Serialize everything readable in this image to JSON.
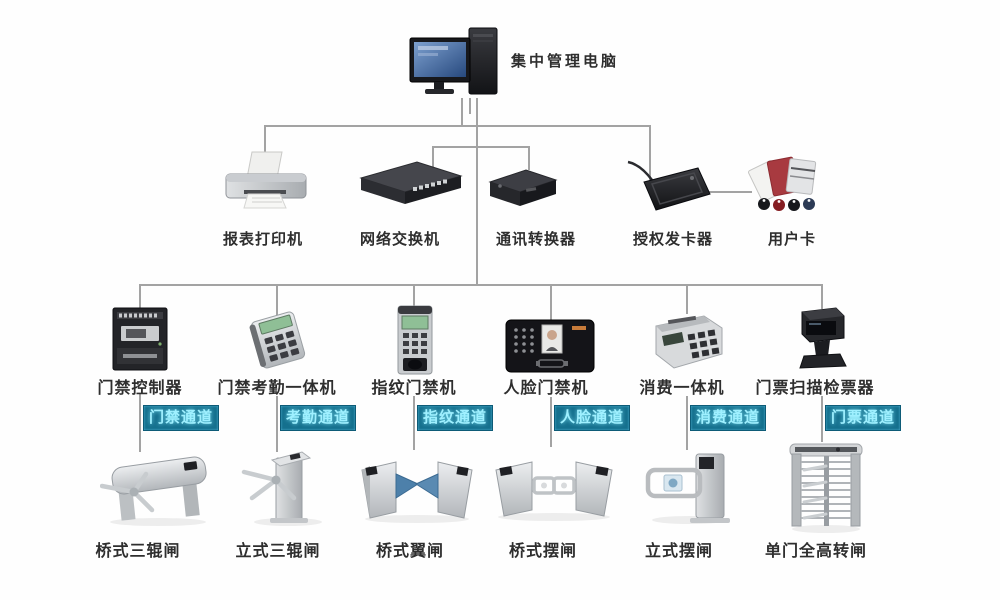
{
  "root": {
    "label": "集中管理电脑"
  },
  "level2": [
    {
      "label": "报表打印机"
    },
    {
      "label": "网络交换机"
    },
    {
      "label": "通讯转换器"
    },
    {
      "label": "授权发卡器"
    },
    {
      "label": "用户卡"
    }
  ],
  "level3": [
    {
      "device": "门禁控制器",
      "channel": "门禁通道",
      "gate": "桥式三辊闸"
    },
    {
      "device": "门禁考勤一体机",
      "channel": "考勤通道",
      "gate": "立式三辊闸"
    },
    {
      "device": "指纹门禁机",
      "channel": "指纹通道",
      "gate": "桥式翼闸"
    },
    {
      "device": "人脸门禁机",
      "channel": "人脸通道",
      "gate": "桥式摆闸"
    },
    {
      "device": "消费一体机",
      "channel": "消费通道",
      "gate": "立式摆闸"
    },
    {
      "device": "门票扫描检票器",
      "channel": "门票通道",
      "gate": "单门全高转闸"
    }
  ],
  "colors": {
    "line": "#a3a3a3",
    "label": "#2e2e2e",
    "badge_bg": "#15708e",
    "badge_text": "#9ff0ff",
    "wing_blue": "#4d80aa"
  }
}
